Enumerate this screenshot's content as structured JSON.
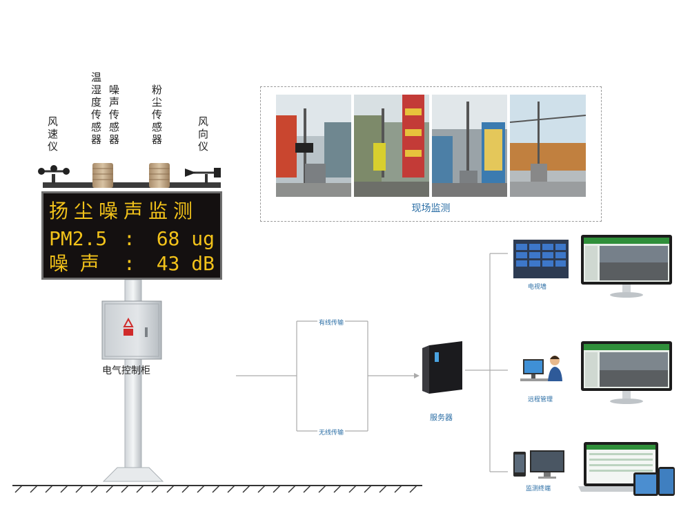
{
  "sensors": {
    "wind_speed": "风速仪",
    "temp_humidity": "温湿度传感器",
    "noise": "噪声传感器",
    "dust": "粉尘传感器",
    "wind_direction": "风向仪"
  },
  "display": {
    "title": "扬尘噪声监测",
    "pm_label": "PM2.5",
    "pm_value": "68 ug",
    "noise_label": "噪 声",
    "noise_value": "43 dB",
    "sep": ":"
  },
  "cabinet_label": "电气控制柜",
  "onsite_caption": "现场监测",
  "transmission": {
    "wired": "有线传输",
    "wireless": "无线传输"
  },
  "server_label": "服务器",
  "clients": {
    "video_wall": "电视墙",
    "remote_center": "远程管理",
    "mobile": "监测终端"
  },
  "colors": {
    "led_text": "#f2c21a",
    "caption_blue": "#2b6ea5",
    "screen_green": "#2f8f3a"
  }
}
